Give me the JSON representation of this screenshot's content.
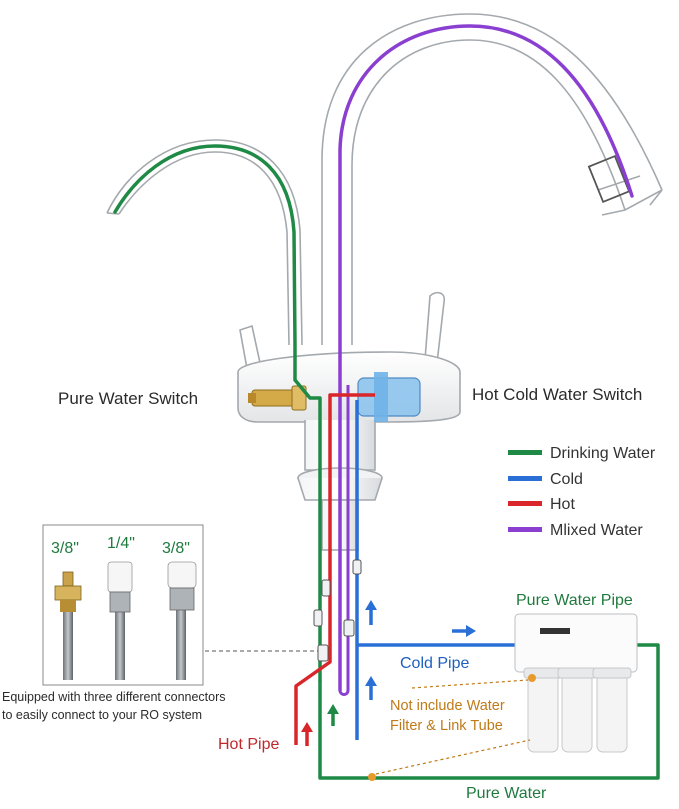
{
  "labels": {
    "pure_water_switch": "Pure Water Switch",
    "hot_cold_switch": "Hot Cold Water Switch",
    "pure_water_pipe": "Pure Water Pipe",
    "cold_pipe": "Cold Pipe",
    "hot_pipe": "Hot Pipe",
    "pure_water": "Pure Water",
    "note_line1": "Not include Water",
    "note_line2": "Filter & Link Tube",
    "connector_note_line1": "Equipped with three different connectors",
    "connector_note_line2": "to easily connect to your RO system"
  },
  "connectors": [
    {
      "size": "3/8\""
    },
    {
      "size": "1/4\""
    },
    {
      "size": "3/8\""
    }
  ],
  "legend": [
    {
      "label": "Drinking Water",
      "color": "#1f8a45"
    },
    {
      "label": "Cold",
      "color": "#2a6fd6"
    },
    {
      "label": "Hot",
      "color": "#d9262b"
    },
    {
      "label": "Mlixed Water",
      "color": "#8a3fd1"
    }
  ],
  "colors": {
    "drinking": "#1f8a45",
    "cold": "#2a6fd6",
    "hot": "#d9262b",
    "mixed": "#8a3fd1",
    "dashed_note": "#c07a17",
    "chrome": "#9aa0a6"
  },
  "icons": {
    "valve_brass": "brass-valve-icon",
    "valve_blue": "blue-cartridge-icon",
    "flow_arrow": "arrow-up-icon",
    "flow_arrow_right": "arrow-right-icon",
    "filter": "water-filter-icon"
  }
}
